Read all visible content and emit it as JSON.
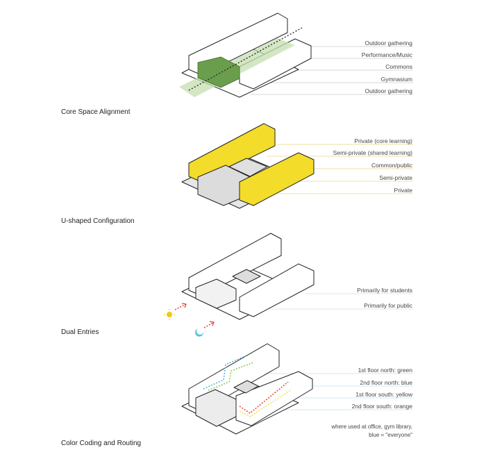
{
  "sections": [
    {
      "title": "Core Space Alignment",
      "labels": [
        "Outdoor gathering",
        "Performance/Music",
        "Commons",
        "Gymnasium",
        "Outdoor gathering"
      ]
    },
    {
      "title": "U-shaped Configuration",
      "labels": [
        "Private (core learning)",
        "Semi-private (shared learning)",
        "Common/public",
        "Semi-private",
        "Private"
      ]
    },
    {
      "title": "Dual Entries",
      "labels": [
        "Primarily for students",
        "Primarily for public"
      ]
    },
    {
      "title": "Color Coding and Routing",
      "labels": [
        "1st floor north: green",
        "2nd floor north: blue",
        "1st floor south: yellow",
        "2nd floor south: orange"
      ],
      "note": [
        "where used at office, gym library,",
        "blue = \"everyone\""
      ]
    }
  ],
  "colors": {
    "green_dark": "#6a9e4c",
    "green_light": "#c6dfb0",
    "yellow": "#f3dc2a",
    "gray": "#dcdcdc",
    "route_green": "#8bc34a",
    "route_blue": "#4fb3d9",
    "route_yellow": "#f5e04a",
    "route_orange": "#e5412d",
    "sun": "#f5c518",
    "moon": "#5bc0de"
  }
}
